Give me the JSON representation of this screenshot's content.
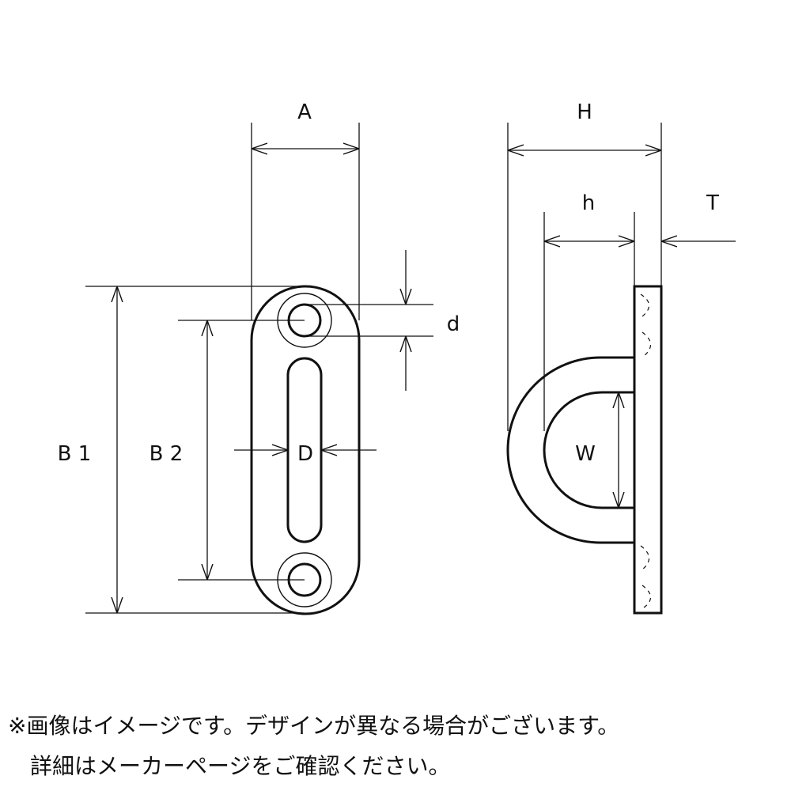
{
  "labels": {
    "A": "A",
    "H": "H",
    "h": "h",
    "T": "T",
    "d": "d",
    "B1": "B 1",
    "B2": "B 2",
    "D": "D",
    "W": "W"
  },
  "notes": {
    "line1": "※画像はイメージです。デザインが異なる場合がございます。",
    "line2": "　詳細はメーカーページをご確認ください。"
  },
  "colors": {
    "line": "#111111",
    "background": "#ffffff"
  }
}
